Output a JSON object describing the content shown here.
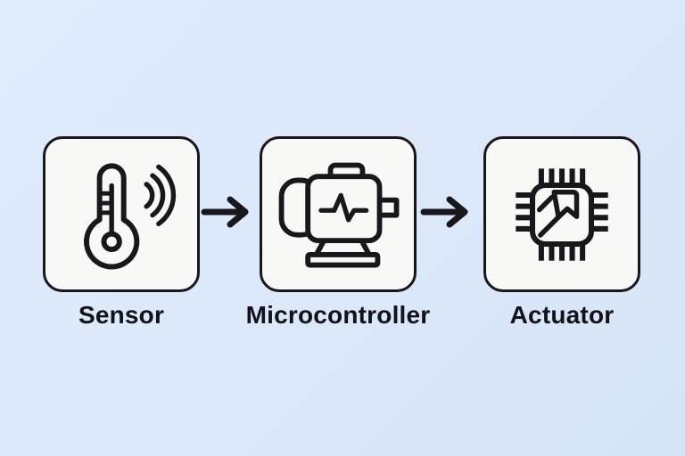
{
  "diagram": {
    "type": "flow",
    "nodes": [
      {
        "label": "Sensor",
        "icon": "thermometer-signal-icon"
      },
      {
        "label": "Microcontroller",
        "icon": "motor-icon"
      },
      {
        "label": "Actuator",
        "icon": "chip-icon"
      }
    ],
    "connectors": [
      {
        "from": "Sensor",
        "to": "Microcontroller",
        "style": "arrow-right"
      },
      {
        "from": "Microcontroller",
        "to": "Actuator",
        "style": "arrow-right"
      }
    ],
    "colors": {
      "background_top": "#e0ecfc",
      "background_bottom": "#d6e4f7",
      "box_fill": "#f8f8f6",
      "stroke": "#17171c",
      "text": "#12121a"
    }
  }
}
